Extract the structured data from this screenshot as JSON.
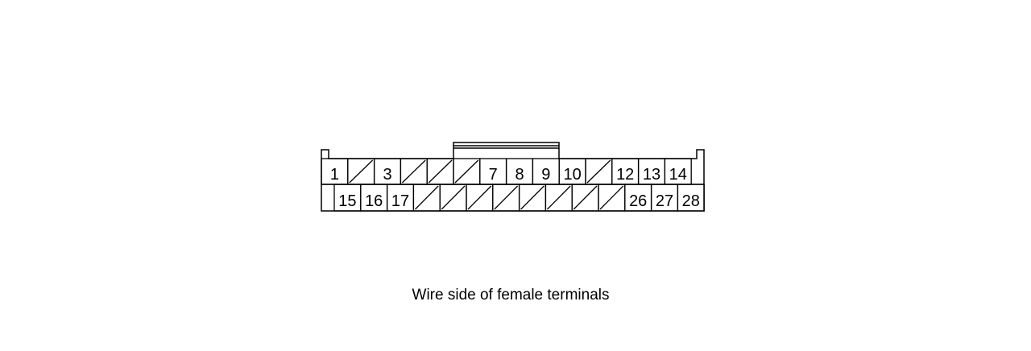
{
  "connector": {
    "top_row": [
      {
        "label": "1"
      },
      {
        "label": ""
      },
      {
        "label": "3"
      },
      {
        "label": ""
      },
      {
        "label": ""
      },
      {
        "label": ""
      },
      {
        "label": "7"
      },
      {
        "label": "8"
      },
      {
        "label": "9"
      },
      {
        "label": "10"
      },
      {
        "label": ""
      },
      {
        "label": "12"
      },
      {
        "label": "13"
      },
      {
        "label": "14"
      }
    ],
    "bottom_row": [
      {
        "label": "15"
      },
      {
        "label": "16"
      },
      {
        "label": "17"
      },
      {
        "label": ""
      },
      {
        "label": ""
      },
      {
        "label": ""
      },
      {
        "label": ""
      },
      {
        "label": ""
      },
      {
        "label": ""
      },
      {
        "label": ""
      },
      {
        "label": ""
      },
      {
        "label": "26"
      },
      {
        "label": "27"
      },
      {
        "label": "28"
      }
    ]
  },
  "caption": "Wire side of female terminals",
  "colors": {
    "line": "#000000",
    "background": "#ffffff"
  }
}
